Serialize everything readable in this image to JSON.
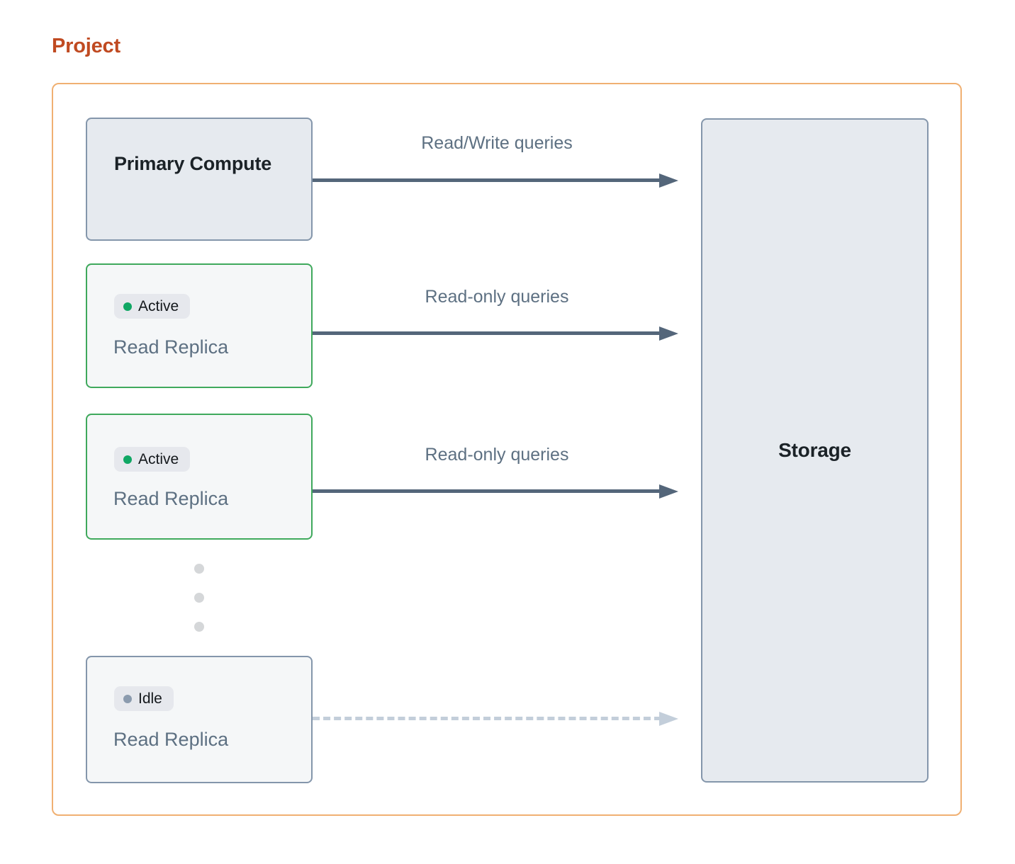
{
  "diagram": {
    "title": "Project",
    "container_border_color": "#f0b072",
    "title_color": "#c04a21"
  },
  "nodes": {
    "primary": {
      "label": "Primary Compute",
      "fill": "#e6eaef",
      "border": "#8496ab"
    },
    "storage": {
      "label": "Storage",
      "fill": "#e6eaef",
      "border": "#8496ab"
    },
    "replicas": [
      {
        "status": "Active",
        "status_color": "#10a764",
        "label": "Read Replica",
        "border": "#3fa95c",
        "fill": "#f5f7f8"
      },
      {
        "status": "Active",
        "status_color": "#10a764",
        "label": "Read Replica",
        "border": "#3fa95c",
        "fill": "#f5f7f8"
      },
      {
        "status": "Idle",
        "status_color": "#8b9bae",
        "label": "Read Replica",
        "border": "#8496ab",
        "fill": "#f5f7f8"
      }
    ]
  },
  "flows": [
    {
      "label": "Read/Write queries",
      "style": "solid",
      "color": "#54667a",
      "from": "Primary Compute",
      "to": "Storage"
    },
    {
      "label": "Read-only queries",
      "style": "solid",
      "color": "#54667a",
      "from": "Read Replica",
      "to": "Storage"
    },
    {
      "label": "Read-only queries",
      "style": "solid",
      "color": "#54667a",
      "from": "Read Replica",
      "to": "Storage"
    },
    {
      "label": "",
      "style": "dashed",
      "color": "#c3ceda",
      "from": "Read Replica",
      "to": "Storage"
    }
  ],
  "ellipsis": {
    "name": "more-replicas-ellipsis",
    "dot_color": "#d5d7d9",
    "count": 3
  }
}
